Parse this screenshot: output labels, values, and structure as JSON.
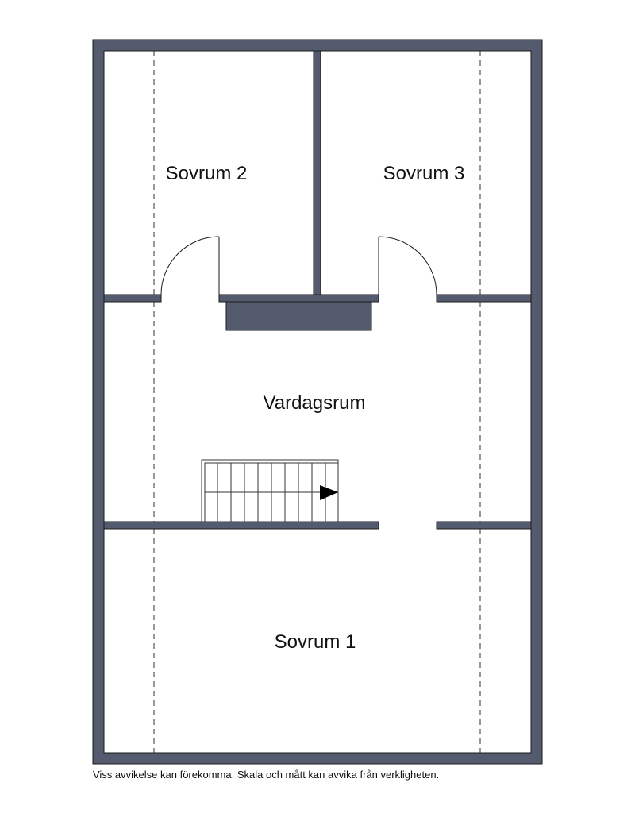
{
  "floorplan": {
    "rooms": {
      "sovrum2": "Sovrum 2",
      "sovrum3": "Sovrum 3",
      "vardagsrum": "Vardagsrum",
      "sovrum1": "Sovrum 1"
    },
    "colors": {
      "wall": "#555b6e",
      "wall_stroke": "#1a1a1a",
      "floor": "#ffffff",
      "line": "#333333"
    }
  },
  "footer": {
    "disclaimer": "Viss avvikelse kan förekomma. Skala och mått kan avvika från verkligheten."
  }
}
